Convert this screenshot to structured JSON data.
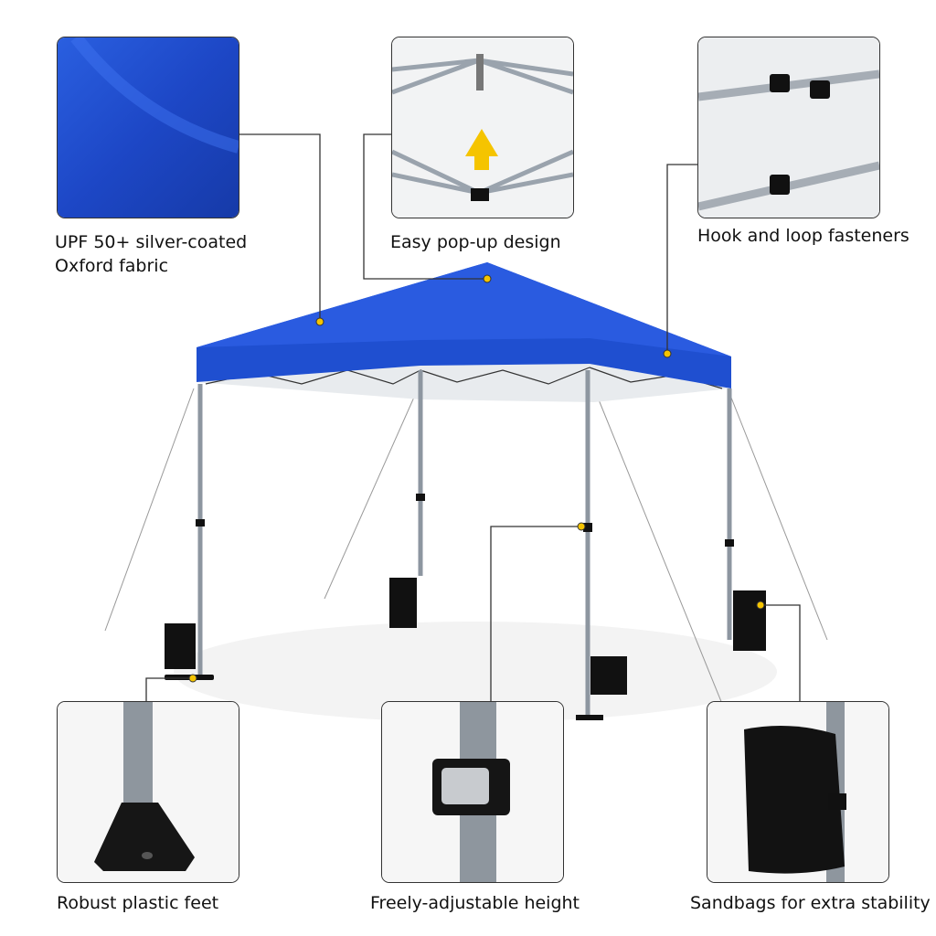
{
  "features": [
    {
      "label": "UPF 50+ silver-coated",
      "label2": "Oxford fabric"
    },
    {
      "label": "Easy pop-up design"
    },
    {
      "label": "Hook and loop fasteners"
    },
    {
      "label": "Robust plastic feet"
    },
    {
      "label": "Freely-adjustable height"
    },
    {
      "label": "Sandbags for extra stability"
    }
  ],
  "colors": {
    "canopy": "#1f4fd0",
    "dot": "#f5c400",
    "frame": "#9aa3ad"
  }
}
